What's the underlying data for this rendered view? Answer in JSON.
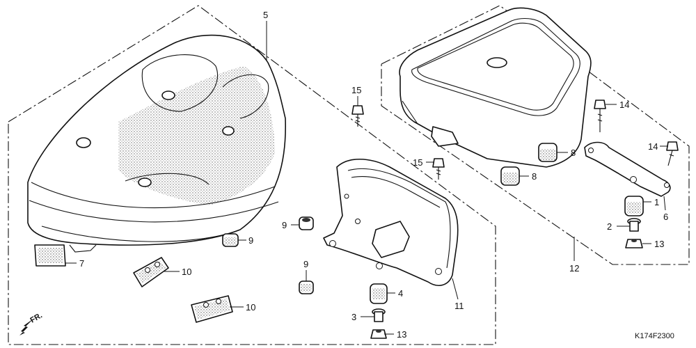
{
  "diagram": {
    "callouts": {
      "c1": "1",
      "c2": "2",
      "c3": "3",
      "c4": "4",
      "c5": "5",
      "c6": "6",
      "c7": "7",
      "c8a": "8",
      "c8b": "8",
      "c9a": "9",
      "c9b": "9",
      "c9c": "9",
      "c10a": "10",
      "c10b": "10",
      "c11": "11",
      "c12": "12",
      "c13a": "13",
      "c13b": "13",
      "c14a": "14",
      "c14b": "14",
      "c15a": "15",
      "c15b": "15"
    },
    "front_marker": "FR.",
    "diagram_code": "K174F2300"
  }
}
